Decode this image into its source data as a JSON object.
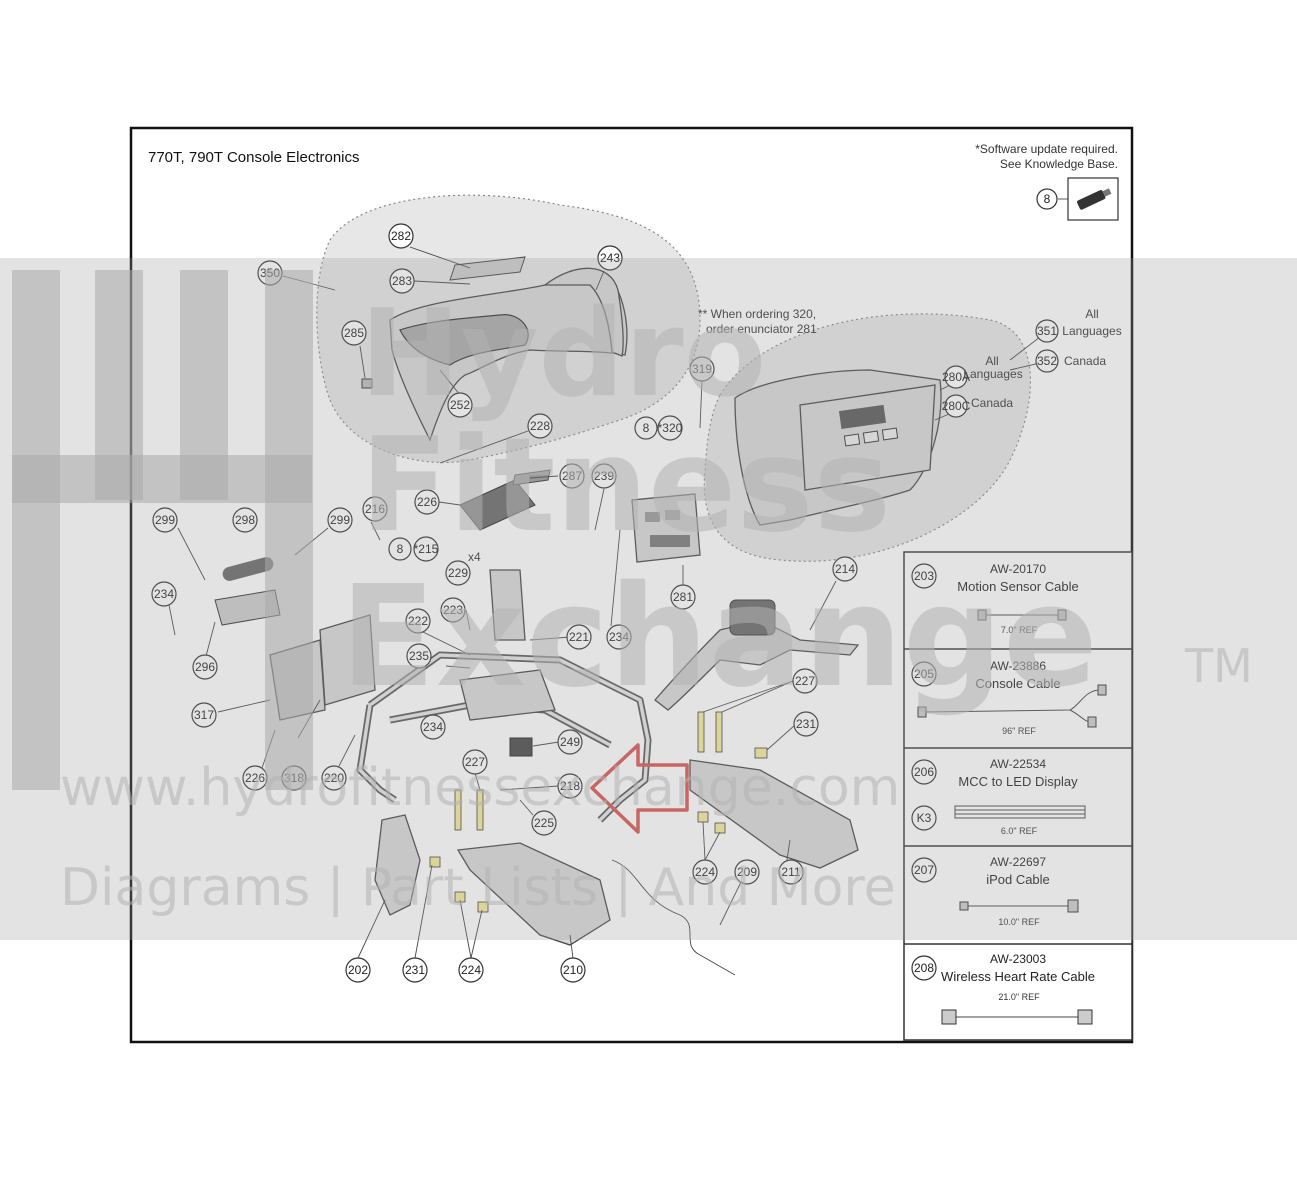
{
  "title": "770T, 790T Console Electronics",
  "software_note": [
    "*Software update required.",
    "See Knowledge Base."
  ],
  "ordering_note": [
    "** When ordering 320,",
    "order enunciator 281"
  ],
  "overlay_labels": {
    "all_languages": [
      "All",
      "Languages"
    ],
    "canada": "Canada",
    "all_languages_small": [
      "All",
      "Languages"
    ],
    "canada_small": "Canada",
    "x4": "x4"
  },
  "callouts": {
    "c8_top": "8",
    "c282": "282",
    "c283": "283",
    "c243": "243",
    "c350": "350",
    "c285": "285",
    "c252": "252",
    "c228": "228",
    "c319": "319",
    "c8_mid": "8",
    "c320": "*320",
    "c280A": "280A",
    "c280C": "280C",
    "c351": "351",
    "c352": "352",
    "c287": "287",
    "c239": "239",
    "c226a": "226",
    "c216": "216",
    "c8_low": "8",
    "c215": "*215",
    "c229": "229",
    "c299a": "299",
    "c298": "298",
    "c299b": "299",
    "c234a": "234",
    "c296": "296",
    "c223": "223",
    "c222": "222",
    "c235": "235",
    "c221": "221",
    "c234b": "234",
    "c281": "281",
    "c214": "214",
    "c317": "317",
    "c234c": "234",
    "c227a": "227",
    "c231a": "231",
    "c249": "249",
    "c226b": "226",
    "c318": "318",
    "c220": "220",
    "c227b": "227",
    "c218": "218",
    "c225": "225",
    "c224a": "224",
    "c209": "209",
    "c211": "211",
    "c202": "202",
    "c231b": "231",
    "c224b": "224",
    "c210": "210"
  },
  "cables": [
    {
      "num": "203",
      "part": "AW-20170",
      "name": "Motion Sensor Cable",
      "ref": "7.0\" REF"
    },
    {
      "num": "205",
      "part": "AW-23886",
      "name": "Console Cable",
      "ref": "96\" REF"
    },
    {
      "num": "206",
      "alt": "K3",
      "part": "AW-22534",
      "name": "MCC to LED Display",
      "ref": "6.0\" REF"
    },
    {
      "num": "207",
      "part": "AW-22697",
      "name": "iPod Cable",
      "ref": "10.0\" REF"
    },
    {
      "num": "208",
      "part": "AW-23003",
      "name": "Wireless Heart Rate Cable",
      "ref": "21.0\" REF"
    }
  ],
  "watermark": {
    "line1": "www.hydrofitnessexchange.com",
    "line2": "Diagrams | Part Lists | And More",
    "tm": "TM",
    "brand": [
      "Hydro",
      "Fitness",
      "Exchange"
    ]
  },
  "colors": {
    "arrow": "#d9534f",
    "watermark": "#b3b3b3",
    "frame": "#111111"
  }
}
